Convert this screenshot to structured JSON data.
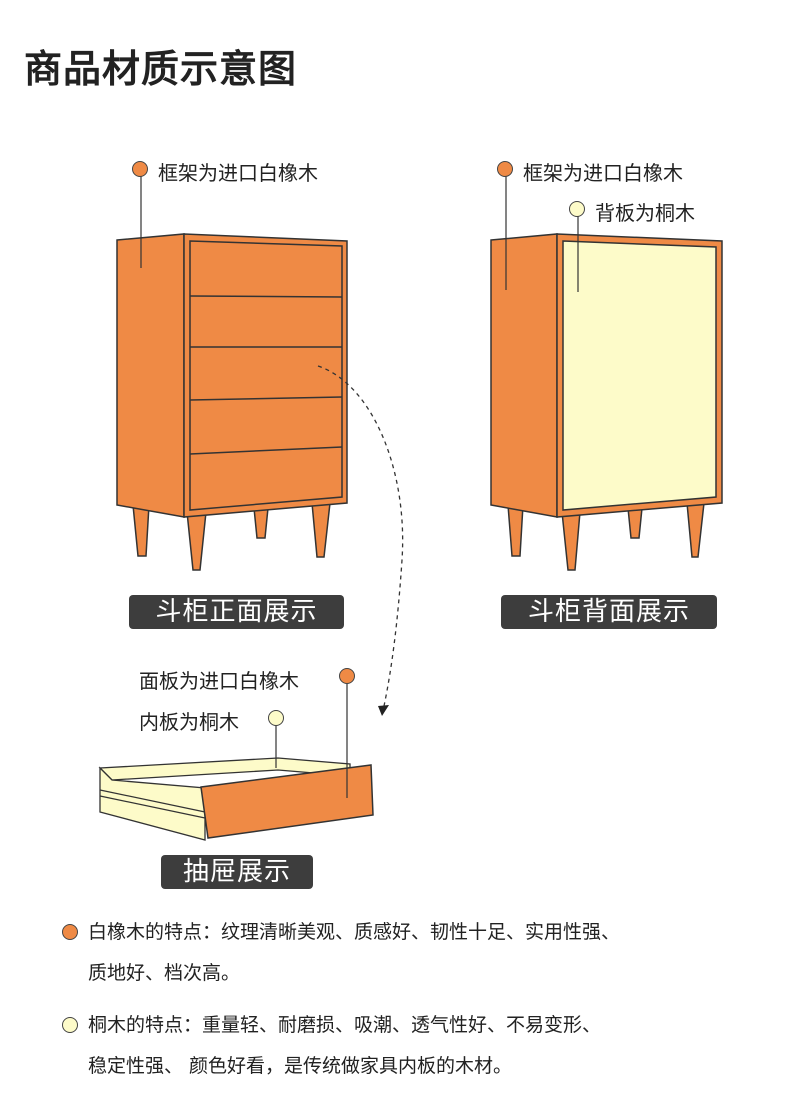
{
  "title": "商品材质示意图",
  "colors": {
    "orange": "#ef8a45",
    "cream": "#fdfbc9",
    "badge": "#3d3d3d"
  },
  "front": {
    "frame_label": "框架为进口白橡木",
    "caption": "斗柜正面展示"
  },
  "back": {
    "frame_label": "框架为进口白橡木",
    "back_label": "背板为桐木",
    "caption": "斗柜背面展示"
  },
  "drawer": {
    "panel_label": "面板为进口白橡木",
    "inner_label": "内板为桐木",
    "caption": "抽屉展示"
  },
  "notes": [
    {
      "line1": "白橡木的特点：纹理清晰美观、质感好、韧性十足、实用性强、",
      "line2": "质地好、档次高。"
    },
    {
      "line1": "桐木的特点：重量轻、耐磨损、吸潮、透气性好、不易变形、",
      "line2": "稳定性强、 颜色好看，是传统做家具内板的木材。"
    }
  ]
}
